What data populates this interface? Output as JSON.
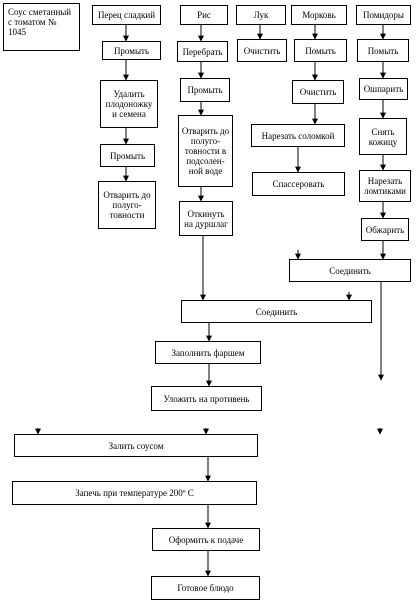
{
  "title": "Соус сметанный с томатом № 1045",
  "ingredients": {
    "pepper": "Перец сладкий",
    "rice": "Рис",
    "onion": "Лук",
    "carrot": "Морковь",
    "tomato": "Помидоры"
  },
  "steps": {
    "pepper_wash": "Промыть",
    "pepper_remove": "Удалить плодоножку и семена",
    "pepper_wash2": "Промыть",
    "pepper_boil": "Отварить до полуго-товности",
    "rice_sort": "Перебрать",
    "rice_wash": "Промыть",
    "rice_boil": "Отварить до полуго-товности в подсолен-ной воде",
    "rice_drain": "Откинуть на дуршлаг",
    "onion_clean": "Очистить",
    "carrot_wash": "Помыть",
    "carrot_clean": "Очистить",
    "cut_strips": "Нарезать соломкой",
    "saute": "Спассеровать",
    "tomato_wash": "Помыть",
    "tomato_scald": "Ошпарить",
    "tomato_peel": "Снять кожицу",
    "tomato_slice": "Нарезать ломтиками",
    "tomato_fry": "Обжарить",
    "combine_small": "Соединить",
    "combine_big": "Соединить",
    "stuff": "Заполнить фаршем",
    "tray": "Уложить на противень",
    "sauce": "Залить соусом",
    "bake": "Запечь при температуре 200º С",
    "serve": "Оформить к подаче",
    "done": "Готовое блюдо"
  }
}
